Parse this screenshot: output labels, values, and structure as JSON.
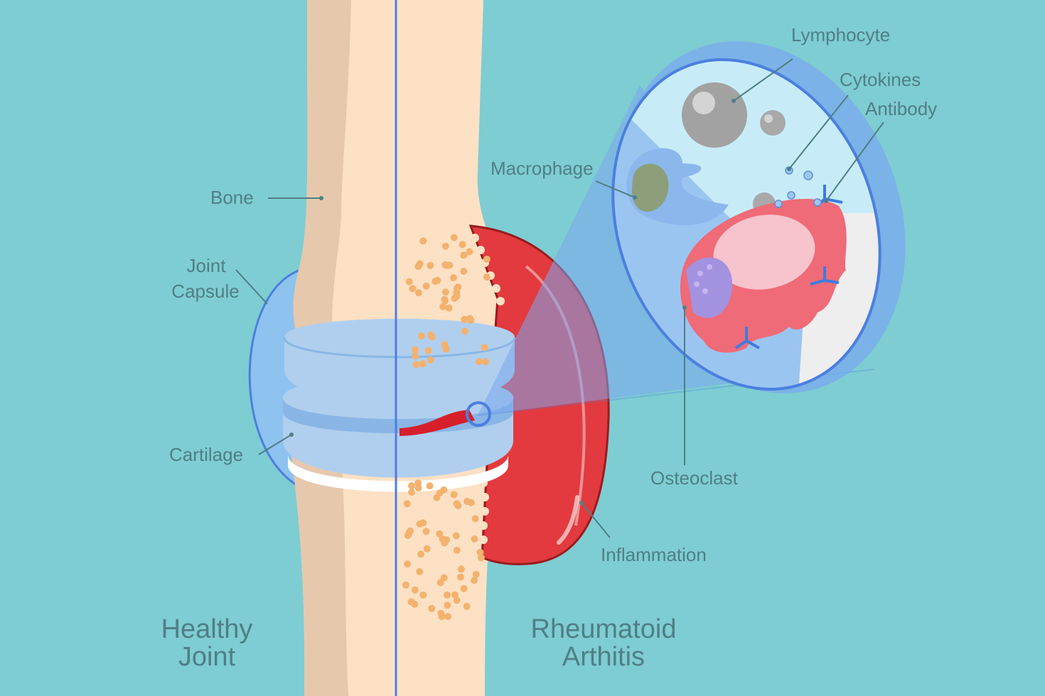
{
  "labels": {
    "bone": "Bone",
    "joint_capsule_line1": "Joint",
    "joint_capsule_line2": "Capsule",
    "cartilage": "Cartilage",
    "macrophage": "Macrophage",
    "lymphocyte": "Lymphocyte",
    "cytokines": "Cytokines",
    "antibody": "Antibody",
    "osteoclast": "Osteoclast",
    "inflammation": "Inflammation"
  },
  "captions": {
    "healthy_line1": "Healthy",
    "healthy_line2": "Joint",
    "ra_line1": "Rheumatoid",
    "ra_line2": "Arthitis"
  },
  "colors": {
    "background": "#7ecdd2",
    "bone_light": "#fde1c4",
    "bone_shadow": "#e6c8ad",
    "capsule": "#8ec2ef",
    "cartilage": "#b0cfee",
    "inflammation": "#e23a3e",
    "divider": "#4b7fe0",
    "label_text": "#4f7f86"
  }
}
